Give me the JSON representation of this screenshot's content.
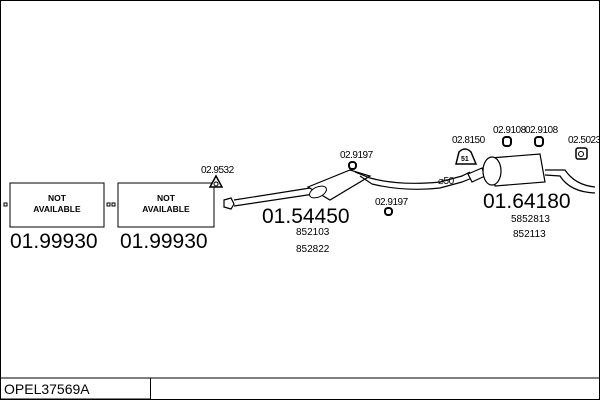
{
  "title": "OPEL37569A",
  "parts": [
    {
      "number": "01.99930",
      "box_text": [
        "NOT",
        "AVAILABLE"
      ]
    },
    {
      "number": "01.99930",
      "box_text": [
        "NOT",
        "AVAILABLE"
      ]
    },
    {
      "number": "01.54450",
      "refs": [
        "852103",
        "852822"
      ]
    },
    {
      "number": "01.64180",
      "refs": [
        "5852813",
        "852113"
      ]
    }
  ],
  "accessories": [
    "02.9532",
    "02.9197",
    "02.9197",
    "02.8150",
    "02.9108",
    "02.9108",
    "02.5023"
  ],
  "pipe_diameter": "⌀50",
  "clamp_size": "51"
}
